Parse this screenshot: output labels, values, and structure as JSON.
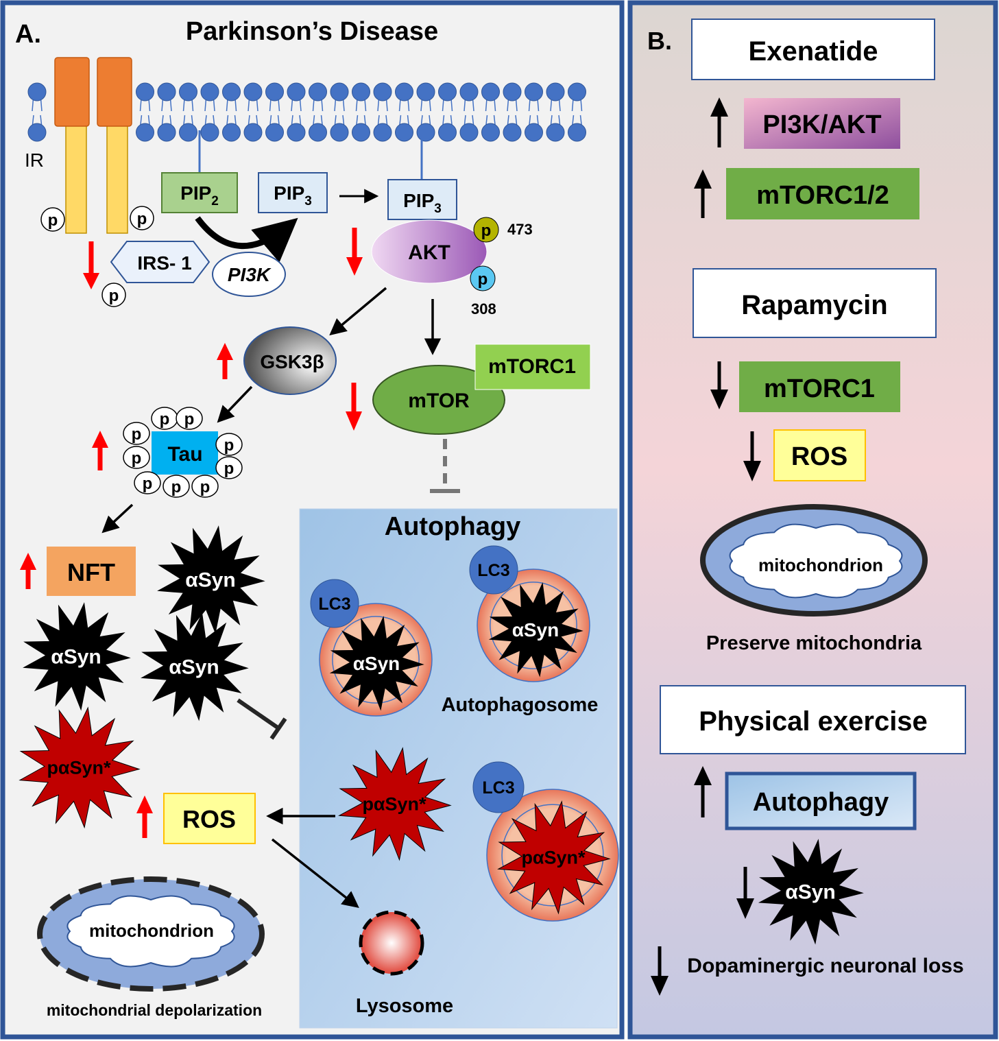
{
  "panel_a": {
    "letter": "A.",
    "title": "Parkinson’s Disease",
    "ir": "IR",
    "pip2": "PIP",
    "pip2_sub": "2",
    "pip3": "PIP",
    "pip3_sub": "3",
    "pip3_b": "PIP",
    "pip3_b_sub": "3",
    "irs1": "IRS- 1",
    "pi3k": "PI3K",
    "akt": "AKT",
    "p": "p",
    "site_473": "473",
    "site_308": "308",
    "gsk3b": "GSK3β",
    "mtor": "mTOR",
    "mtorc1": "mTORC1",
    "tau": "Tau",
    "nft": "NFT",
    "asyn": "αSyn",
    "pasyn": "pαSyn*",
    "ros": "ROS",
    "mitochondrion": "mitochondrion",
    "mito_depol": "mitochondrial depolarization",
    "autophagy": "Autophagy",
    "lc3": "LC3",
    "autophagosome": "Autophagosome",
    "lysosome": "Lysosome"
  },
  "panel_b": {
    "letter": "B.",
    "exenatide": "Exenatide",
    "pi3k_akt": "PI3K/AKT",
    "mtorc12": "mTORC1/2",
    "rapamycin": "Rapamycin",
    "mtorc1": "mTORC1",
    "ros": "ROS",
    "mitochondrion": "mitochondrion",
    "preserve": "Preserve mitochondria",
    "exercise": "Physical exercise",
    "autophagy": "Autophagy",
    "asyn": "αSyn",
    "dopa": "Dopaminergic neuronal loss"
  },
  "colors": {
    "frame": "#2f5597",
    "red_arrow": "#ff0000",
    "pip2_fill": "#a9d18e",
    "akt_fill": "#c9a0dc",
    "mtor_fill": "#70ad47",
    "mtorc1_fill": "#92d050",
    "tau_fill": "#00b0f0",
    "nft_fill": "#f4a460",
    "ros_fill": "#ffff99",
    "pasyn_fill": "#c00000",
    "lc3_fill": "#4472c4",
    "membrane": "#4472c4",
    "receptor_head": "#ed7d31",
    "receptor_tail": "#ffd966"
  }
}
